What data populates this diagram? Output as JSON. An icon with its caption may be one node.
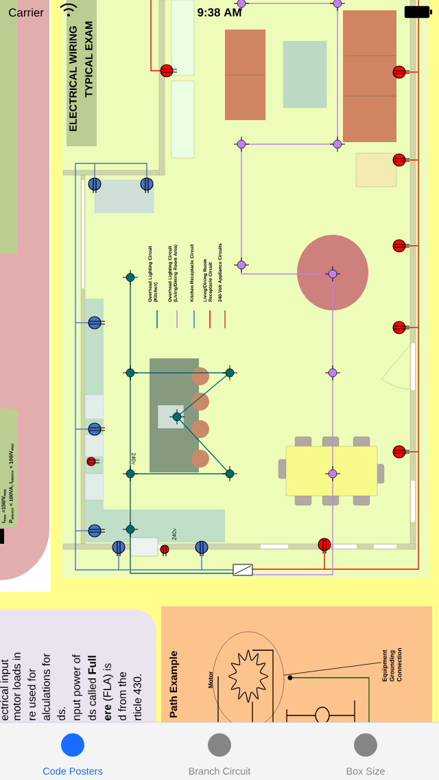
{
  "diagram": {
    "nodes": [
      {
        "text": [
          "Motor"
        ]
      },
      {
        "text": [
          "Equipment Grounding Connection"
        ]
      }
    ],
    "edges": [
      {
        "from": 1,
        "to": 0,
        "arrow": "none"
      }
    ],
    "labels": [
      "Carrier",
      "9:38 AM",
      "ELECTRICAL WIRING",
      "TYPICAL EXAM",
      "240v",
      "240v",
      "I$_{max}$ =150/V$_{max}$",
      "P$_{source}$ < 100VA, I$_{source}$ < 100/V$_{max}$",
      "ectrical input",
      "motor loads in",
      "re used for",
      "alculations for",
      "ds.",
      "nput power of",
      "ds called **Full**",
      "**ere** (FLA) is",
      "d from the",
      "rticle 430.",
      "Path Example",
      "Code Posters",
      "Branch Circuit",
      "Box Size"
    ],
    "legend": [
      {
        "text": "Overhead Lighting Circuit (Kitchen)"
      },
      {
        "text": "Overhead Lighting Circuit (Living/Dining Room Area)"
      },
      {
        "text": "Kitchen Receptacle Circuit"
      },
      {
        "text": "Living/Dining Room Receptacle Circuit"
      },
      {
        "text": "240-Volt Appliance Circuits"
      }
    ]
  }
}
